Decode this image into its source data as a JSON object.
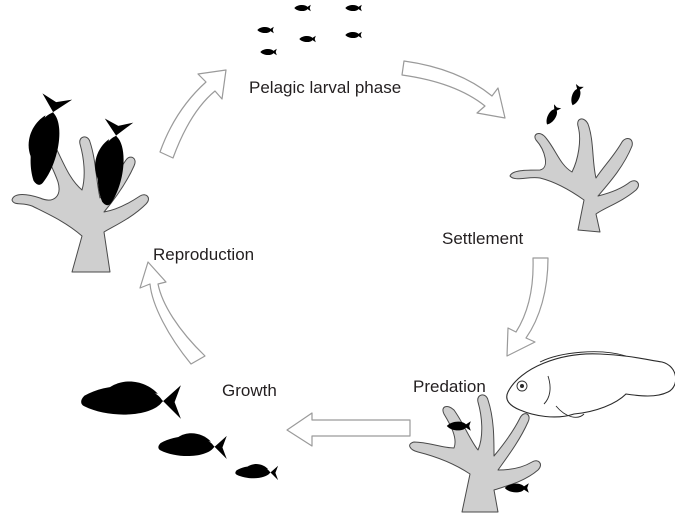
{
  "diagram": {
    "labels": {
      "pelagic": "Pelagic larval phase",
      "settlement": "Settlement",
      "predation": "Predation",
      "growth": "Growth",
      "reproduction": "Reproduction"
    },
    "colors": {
      "coral_fill": "#cfcfcf",
      "outline": "#2a2a2a",
      "arrow_stroke": "#9a9a9a",
      "text": "#231f20"
    }
  }
}
